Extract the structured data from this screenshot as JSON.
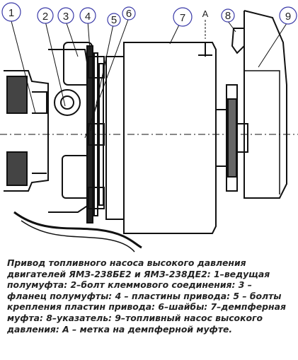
{
  "callouts": [
    "1",
    "2",
    "3",
    "4",
    "5",
    "6",
    "7",
    "8",
    "9"
  ],
  "mark_label": "А",
  "caption": "Привод топливного насоса высокого давления двигателей ЯМЗ-238БЕ2 и ЯМЗ-238ДЕ2: 1–ведущая полумуфта: 2–болт клеммового соединения: 3 – фланец полумуфты: 4 – пластины привода: 5 – болты крепления пластин привода: 6–шайбы: 7–демпферная муфта: 8–указатель: 9–топливный насос высокого давления: А – метка на демпферной муфте.",
  "colors": {
    "callout_circle": "#3a3aa8",
    "line": "#111111"
  }
}
